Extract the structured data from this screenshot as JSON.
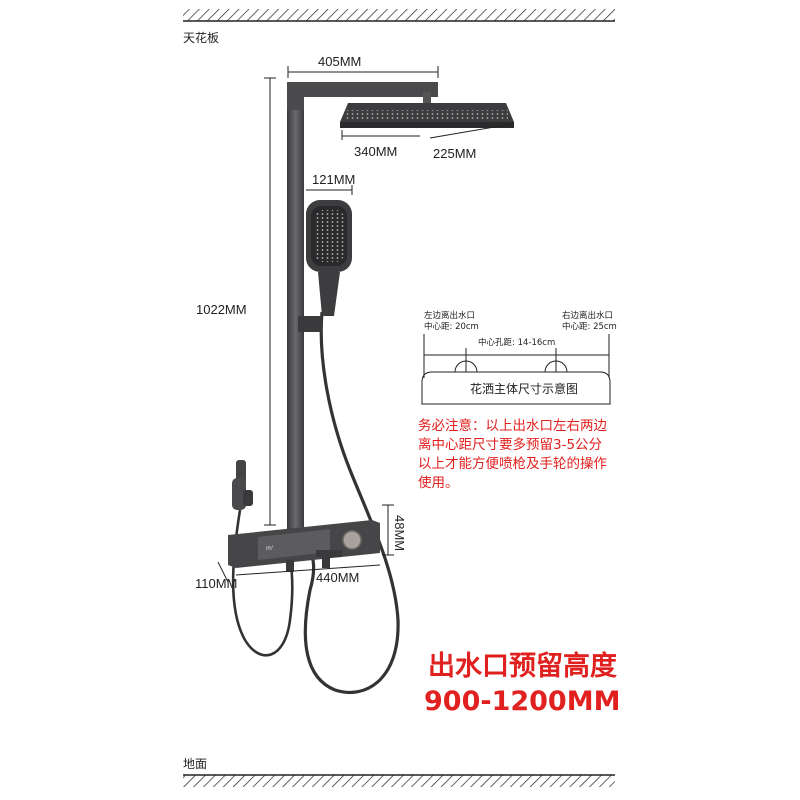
{
  "labels": {
    "ceiling": "天花板",
    "floor": "地面"
  },
  "dimensions": {
    "arm_length": "405MM",
    "head_length": "340MM",
    "head_width": "225MM",
    "hand_shower": "121MM",
    "height": "1022MM",
    "panel_height": "48MM",
    "panel_length": "440MM",
    "spout": "110MM"
  },
  "inset": {
    "left_label_line1": "左边离出水口",
    "left_label_line2": "中心距: 20cm",
    "right_label_line1": "右边离出水口",
    "right_label_line2": "中心距: 25cm",
    "center_label": "中心孔距: 14-16cm",
    "title": "花洒主体尺寸示意图"
  },
  "notice": {
    "line1": "务必注意：以上出水口左右两边",
    "line2": "离中心距尺寸要多预留3-5公分",
    "line3": "以上才能方便喷枪及手轮的操作",
    "line4": "使用。"
  },
  "outlet": {
    "line1": "出水口预留高度",
    "line2": "900-1200MM"
  },
  "colors": {
    "product": "#4a4a4c",
    "accent_red": "#e0211f",
    "line": "#222222"
  }
}
